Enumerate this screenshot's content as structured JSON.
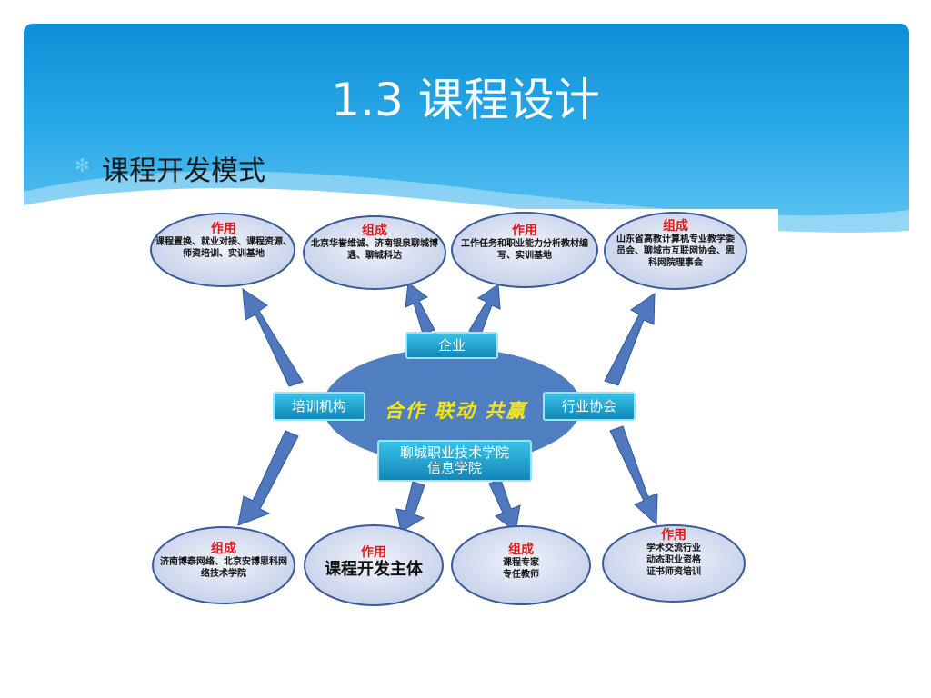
{
  "slide": {
    "title": "1.3 课程设计",
    "bullet": "课程开发模式"
  },
  "diagram": {
    "center_slogan": "合作  联动  共赢",
    "nodes": {
      "enterprise": "企业",
      "training": "培训机构",
      "industry": "行业协会",
      "college_line1": "聊城职业技术学院",
      "college_line2": "信息学院"
    },
    "ellipses": [
      {
        "head": "作用",
        "body": "课程置换、就业对接、课程资源、师资培训、实训基地"
      },
      {
        "head": "组成",
        "body": "北京华誉维诚、济南银泉聊城博遇、聊城科达"
      },
      {
        "head": "作用",
        "body": "工作任务和职业能力分析教材编写、实训基地"
      },
      {
        "head": "组成",
        "body": "山东省高教计算机专业教学委员会、聊城市互联网协会、思科网院理事会"
      },
      {
        "head": "组成",
        "body": "济南博泰网络、北京安博思科网络技术学院"
      },
      {
        "head": "作用",
        "body": "课程开发主体"
      },
      {
        "head": "组成",
        "body": "课程专家专任教师"
      },
      {
        "head": "作用",
        "body": "学术交流行业动态职业资格证书师资培训"
      }
    ]
  },
  "colors": {
    "header_blue": "#0d8fd6",
    "ellipse_fill": "#d6def0",
    "center_ellipse": "#4f7fc0",
    "head_red": "#e01b1b",
    "slogan_yellow": "#f4e21a"
  }
}
